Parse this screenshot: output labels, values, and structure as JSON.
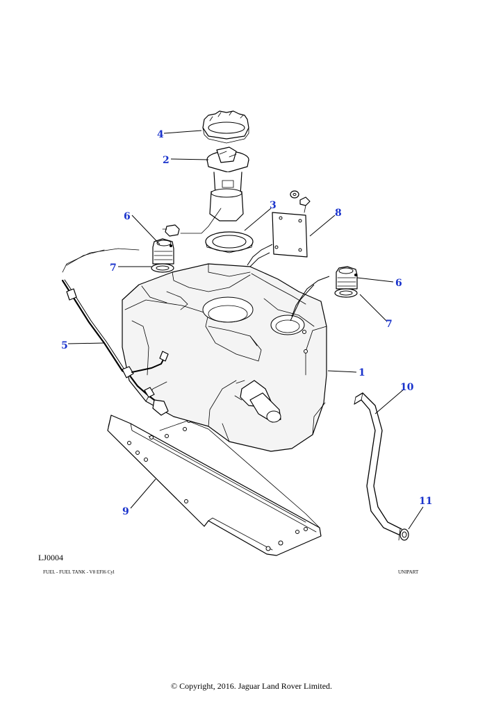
{
  "diagram": {
    "reference_code": "LJ0004",
    "caption": "FUEL - FUEL TANK - V8 EFI6 Cyl",
    "brand": "UNIPART",
    "copyright": "© Copyright, 2016. Jaguar Land Rover Limited.",
    "callout_color": "#1a33cc",
    "callouts": [
      "4",
      "2",
      "3",
      "8",
      "6",
      "7",
      "6",
      "7",
      "1",
      "5",
      "10",
      "11",
      "9"
    ]
  }
}
